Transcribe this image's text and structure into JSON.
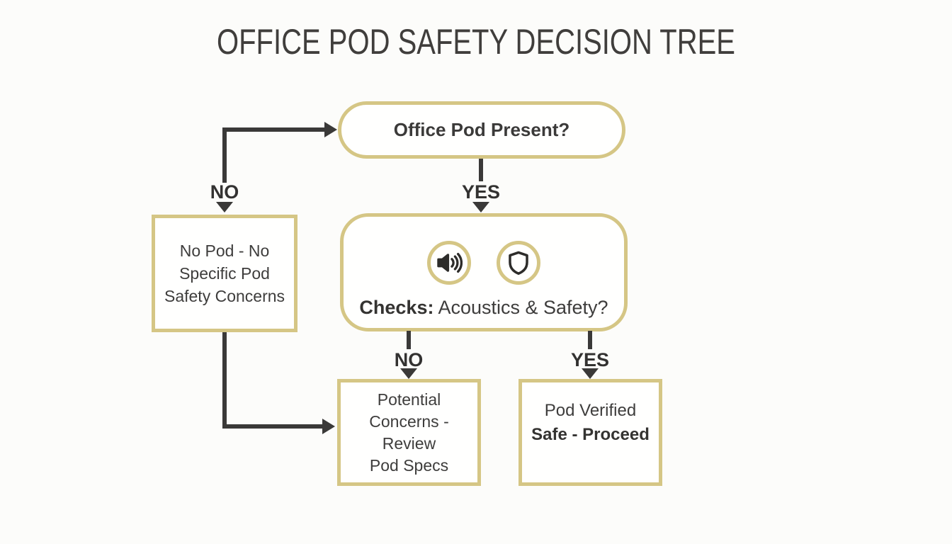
{
  "title": "OFFICE POD SAFETY DECISION TREE",
  "colors": {
    "accent_border": "#d5c685",
    "ink": "#3a3938",
    "node_background": "#fffffe",
    "page_background": "#fcfcfa"
  },
  "nodes": {
    "pod_present": {
      "label": "Office Pod Present?"
    },
    "no_pod": {
      "line1": "No Pod - No",
      "line2": "Specific Pod",
      "line3": "Safety Concerns"
    },
    "checks": {
      "prefix": "Checks:",
      "question": " Acoustics & Safety?",
      "icons": [
        "speaker-icon",
        "shield-icon"
      ]
    },
    "potential_concerns": {
      "line1": "Potential",
      "line2": "Concerns - Review",
      "line3": "Pod Specs"
    },
    "pod_verified": {
      "line1": "Pod Verified",
      "line2": "Safe - Proceed"
    }
  },
  "edge_labels": {
    "pod_present_no": "NO",
    "pod_present_yes": "YES",
    "checks_no": "NO",
    "checks_yes": "YES"
  }
}
